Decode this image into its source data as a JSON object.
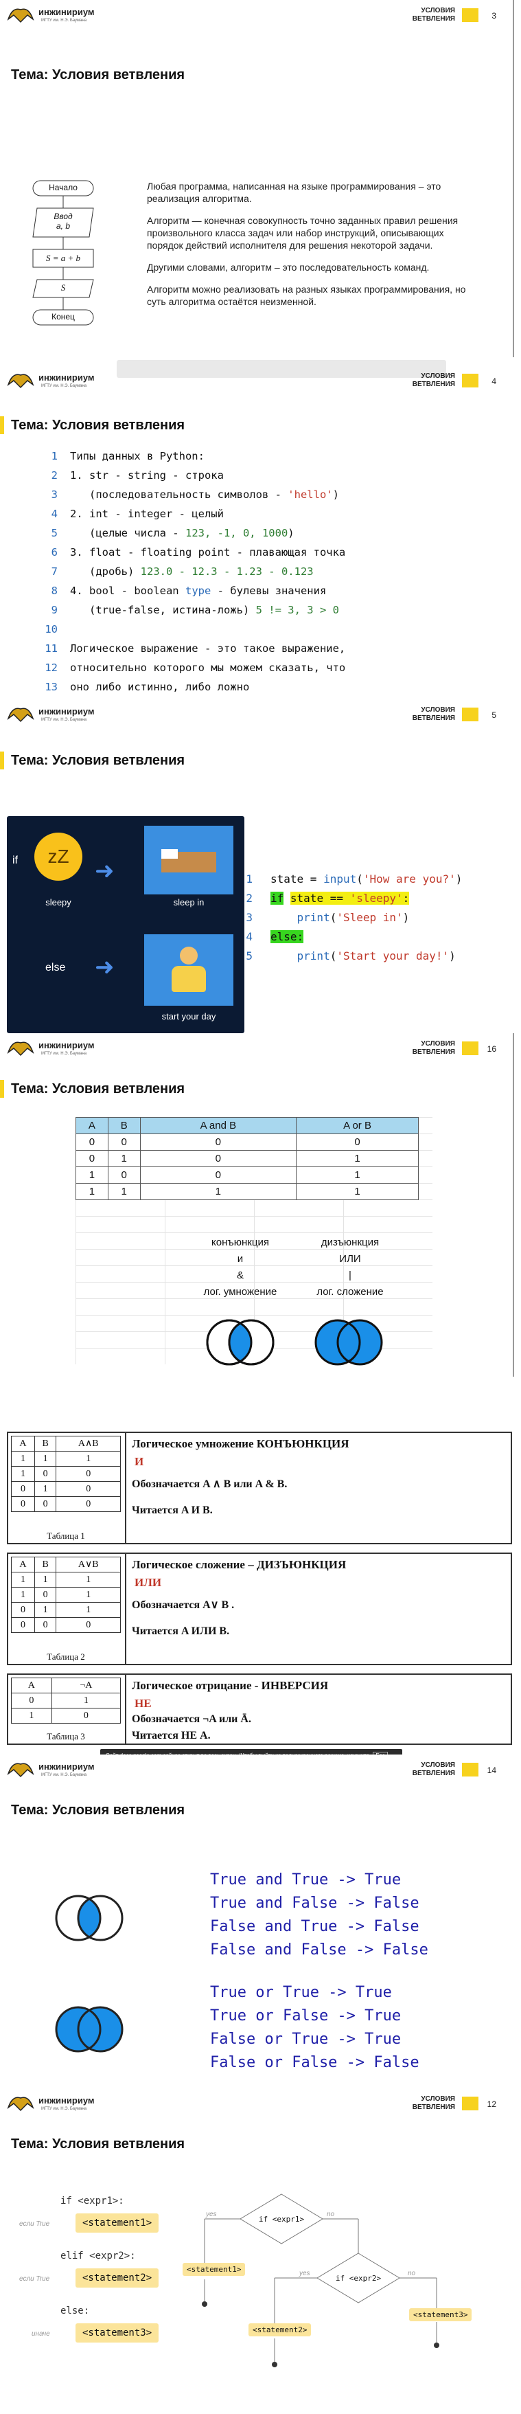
{
  "brand": {
    "name": "инжинириум",
    "sub": "МГТУ им. Н.Э. Баумана"
  },
  "header": {
    "topic_line1": "УСЛОВИЯ",
    "topic_line2": "ВЕТВЛЕНИЯ"
  },
  "title": "Тема: Условия ветвления",
  "slide1": {
    "page": "3",
    "flow": {
      "start": "Начало",
      "input_l1": "Ввод",
      "input_l2": "a, b",
      "process": "S = a + b",
      "output": "S",
      "end": "Конец"
    },
    "p1": "Любая программа, написанная на языке программирования – это реализация алгоритма.",
    "p2": "Алгоритм — конечная совокупность точно заданных правил решения произвольного класса задач или набор инструкций, описывающих порядок действий исполнителя для решения некоторой задачи.",
    "p3": "Другими словами, алгоритм – это последовательность команд.",
    "p4": "Алгоритм можно реализовать на разных языках программирования, но суть алгоритма остаётся неизменной."
  },
  "slide2": {
    "page": "4",
    "lines": [
      {
        "n": "1",
        "a": "Типы данных в Python:"
      },
      {
        "n": "2",
        "a": "1. str - string - строка"
      },
      {
        "n": "3",
        "a": "   (последовательность символов - ",
        "s": "'hello'",
        "b": ")"
      },
      {
        "n": "4",
        "a": "2. int - integer - целый"
      },
      {
        "n": "5",
        "a": "   (целые числа - ",
        "s": "123, -1, 0, 1000",
        "b": ")",
        "sn": true
      },
      {
        "n": "6",
        "a": "3. float - floating point - плавающая точка"
      },
      {
        "n": "7",
        "a": "   (дробь) ",
        "s": "123.0 - 12.3 - 1.23 - 0.123",
        "sn": true
      },
      {
        "n": "8",
        "a": "4. bool - boolean ",
        "k": "type",
        "b": " - булевы значения"
      },
      {
        "n": "9",
        "a": "   (true-false, истина-ложь) ",
        "s": "5 != 3, 3 > 0",
        "sn": true
      },
      {
        "n": "10",
        "a": ""
      },
      {
        "n": "11",
        "a": "Логическое выражение - это такое выражение,"
      },
      {
        "n": "12",
        "a": "относительно которого мы можем сказать, что"
      },
      {
        "n": "13",
        "a": "оно либо истинно, либо ложно"
      }
    ]
  },
  "slide3": {
    "page": "5",
    "if_label": "if",
    "sleepy": "sleepy",
    "sleep_in": "sleep in",
    "else_label": "else",
    "start_day": "start your day",
    "code": [
      {
        "n": "1",
        "t": "state = input('How are you?')"
      },
      {
        "n": "2",
        "t": "if state == 'sleepy':"
      },
      {
        "n": "3",
        "t": "    print('Sleep in')"
      },
      {
        "n": "4",
        "t": "else:"
      },
      {
        "n": "5",
        "t": "    print('Start your day!')"
      }
    ]
  },
  "slide4": {
    "page": "16",
    "headers": [
      "A",
      "B",
      "A and B",
      "A or B"
    ],
    "rows": [
      [
        "0",
        "0",
        "0",
        "0"
      ],
      [
        "0",
        "1",
        "0",
        "1"
      ],
      [
        "1",
        "0",
        "0",
        "1"
      ],
      [
        "1",
        "1",
        "1",
        "1"
      ]
    ],
    "conj": "конъюнкция",
    "disj": "дизъюнкция",
    "and_word": "и",
    "or_word": "ИЛИ",
    "amp": "&",
    "pipe": "|",
    "mul": "лог. умножение",
    "add": "лог. сложение"
  },
  "slide5": {
    "t1": {
      "h": [
        "A",
        "B",
        "A∧B"
      ],
      "rows": [
        [
          "1",
          "1",
          "1"
        ],
        [
          "1",
          "0",
          "0"
        ],
        [
          "0",
          "1",
          "0"
        ],
        [
          "0",
          "0",
          "0"
        ]
      ],
      "cap": "Таблица 1",
      "title": "Логическое умножение КОНЪЮНКЦИЯ",
      "word": "И",
      "line1": "Обозначается A ∧ B   или A & B.",
      "line2": "Читается A И B."
    },
    "t2": {
      "h": [
        "A",
        "B",
        "A∨B"
      ],
      "rows": [
        [
          "1",
          "1",
          "1"
        ],
        [
          "1",
          "0",
          "1"
        ],
        [
          "0",
          "1",
          "1"
        ],
        [
          "0",
          "0",
          "0"
        ]
      ],
      "cap": "Таблица 2",
      "title": "Логическое сложение – ДИЗЪЮНКЦИЯ",
      "word": "ИЛИ",
      "line1": "Обозначается A∨ B .",
      "line2": "Читается A ИЛИ B."
    },
    "t3": {
      "h": [
        "A",
        "¬A"
      ],
      "rows": [
        [
          "0",
          "1"
        ],
        [
          "1",
          "0"
        ]
      ],
      "cap": "Таблица 3",
      "title": "Логическое отрицание - ИНВЕРСИЯ",
      "word": "НЕ",
      "line1": "Обозначается ¬A или Ā.",
      "line2": "Читается НЕ A."
    },
    "fullscreen_tip": "Сайт docs.google.com сейчас открыт во весь экран. (Чтобы выйти из полноэкранного режима, нажмите",
    "esc": "Esc"
  },
  "slide6": {
    "page": "14",
    "and_lines": [
      "True and True -> True",
      "True and False -> False",
      "False and True -> False",
      "False and False -> False"
    ],
    "or_lines": [
      "True or True -> True",
      "True or False -> True",
      "False or True -> True",
      "False or False -> False"
    ]
  },
  "slide7": {
    "page": "12",
    "if_kw": "if",
    "expr1": "<expr1>:",
    "if_true1": "если True",
    "st1": "<statement1>",
    "elif_kw": "elif",
    "expr2": "<expr2>:",
    "if_true2": "если True",
    "st2": "<statement2>",
    "else_kw": "else:",
    "otherwise": "иначе",
    "st3": "<statement3>",
    "d1": "if <expr1>",
    "d2": "if <expr2>",
    "yes": "yes",
    "no": "no"
  }
}
